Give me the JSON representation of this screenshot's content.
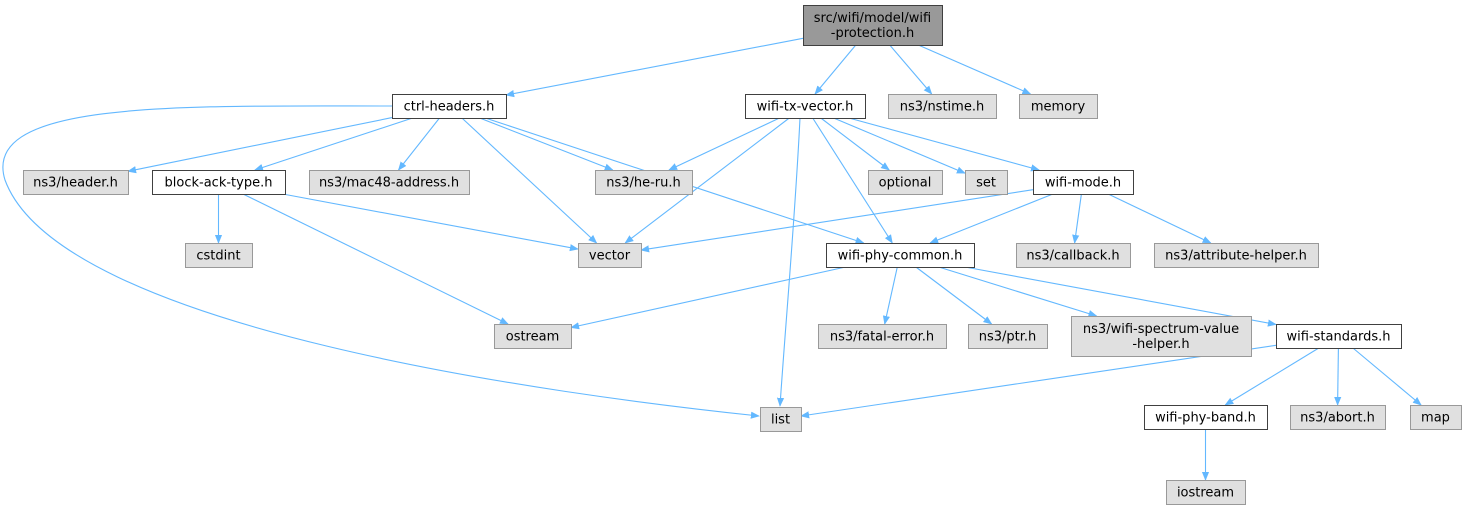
{
  "colors": {
    "root_fill": "#999999",
    "local_fill": "#ffffff",
    "system_fill": "#e0e0e0",
    "local_stroke": "#404040",
    "system_stroke": "#999999",
    "edge": "#63b8ff"
  },
  "nodes": {
    "root": {
      "lines": [
        "src/wifi/model/wifi",
        "-protection.h"
      ],
      "kind": "root"
    },
    "ctrl_headers": {
      "lines": [
        "ctrl-headers.h"
      ],
      "kind": "local"
    },
    "wifi_tx_vector": {
      "lines": [
        "wifi-tx-vector.h"
      ],
      "kind": "local"
    },
    "ns3_nstime": {
      "lines": [
        "ns3/nstime.h"
      ],
      "kind": "system"
    },
    "memory": {
      "lines": [
        "memory"
      ],
      "kind": "system"
    },
    "ns3_header": {
      "lines": [
        "ns3/header.h"
      ],
      "kind": "system"
    },
    "block_ack_type": {
      "lines": [
        "block-ack-type.h"
      ],
      "kind": "local"
    },
    "ns3_mac48": {
      "lines": [
        "ns3/mac48-address.h"
      ],
      "kind": "system"
    },
    "ns3_he_ru": {
      "lines": [
        "ns3/he-ru.h"
      ],
      "kind": "system"
    },
    "optional": {
      "lines": [
        "optional"
      ],
      "kind": "system"
    },
    "set": {
      "lines": [
        "set"
      ],
      "kind": "system"
    },
    "wifi_mode": {
      "lines": [
        "wifi-mode.h"
      ],
      "kind": "local"
    },
    "cstdint": {
      "lines": [
        "cstdint"
      ],
      "kind": "system"
    },
    "vector": {
      "lines": [
        "vector"
      ],
      "kind": "system"
    },
    "wifi_phy_common": {
      "lines": [
        "wifi-phy-common.h"
      ],
      "kind": "local"
    },
    "ns3_callback": {
      "lines": [
        "ns3/callback.h"
      ],
      "kind": "system"
    },
    "ns3_attr_helper": {
      "lines": [
        "ns3/attribute-helper.h"
      ],
      "kind": "system"
    },
    "ostream": {
      "lines": [
        "ostream"
      ],
      "kind": "system"
    },
    "ns3_fatal_error": {
      "lines": [
        "ns3/fatal-error.h"
      ],
      "kind": "system"
    },
    "ns3_ptr": {
      "lines": [
        "ns3/ptr.h"
      ],
      "kind": "system"
    },
    "ns3_spectrum": {
      "lines": [
        "ns3/wifi-spectrum-value",
        "-helper.h"
      ],
      "kind": "system"
    },
    "wifi_standards": {
      "lines": [
        "wifi-standards.h"
      ],
      "kind": "local"
    },
    "list": {
      "lines": [
        "list"
      ],
      "kind": "system"
    },
    "wifi_phy_band": {
      "lines": [
        "wifi-phy-band.h"
      ],
      "kind": "local"
    },
    "ns3_abort": {
      "lines": [
        "ns3/abort.h"
      ],
      "kind": "system"
    },
    "map": {
      "lines": [
        "map"
      ],
      "kind": "system"
    },
    "iostream": {
      "lines": [
        "iostream"
      ],
      "kind": "system"
    }
  },
  "edges": [
    [
      "root",
      "ctrl_headers"
    ],
    [
      "root",
      "wifi_tx_vector"
    ],
    [
      "root",
      "ns3_nstime"
    ],
    [
      "root",
      "memory"
    ],
    [
      "ctrl_headers",
      "ns3_header"
    ],
    [
      "ctrl_headers",
      "block_ack_type"
    ],
    [
      "ctrl_headers",
      "ns3_mac48"
    ],
    [
      "ctrl_headers",
      "ns3_he_ru"
    ],
    [
      "ctrl_headers",
      "vector"
    ],
    [
      "ctrl_headers",
      "wifi_phy_common"
    ],
    [
      "ctrl_headers",
      "list"
    ],
    [
      "wifi_tx_vector",
      "ns3_he_ru"
    ],
    [
      "wifi_tx_vector",
      "optional"
    ],
    [
      "wifi_tx_vector",
      "set"
    ],
    [
      "wifi_tx_vector",
      "wifi_mode"
    ],
    [
      "wifi_tx_vector",
      "vector"
    ],
    [
      "wifi_tx_vector",
      "wifi_phy_common"
    ],
    [
      "wifi_tx_vector",
      "list"
    ],
    [
      "block_ack_type",
      "cstdint"
    ],
    [
      "block_ack_type",
      "vector"
    ],
    [
      "block_ack_type",
      "ostream"
    ],
    [
      "wifi_mode",
      "vector"
    ],
    [
      "wifi_mode",
      "wifi_phy_common"
    ],
    [
      "wifi_mode",
      "ns3_callback"
    ],
    [
      "wifi_mode",
      "ns3_attr_helper"
    ],
    [
      "wifi_phy_common",
      "ostream"
    ],
    [
      "wifi_phy_common",
      "ns3_fatal_error"
    ],
    [
      "wifi_phy_common",
      "ns3_ptr"
    ],
    [
      "wifi_phy_common",
      "ns3_spectrum"
    ],
    [
      "wifi_phy_common",
      "wifi_standards"
    ],
    [
      "wifi_standards",
      "list"
    ],
    [
      "wifi_standards",
      "wifi_phy_band"
    ],
    [
      "wifi_standards",
      "ns3_abort"
    ],
    [
      "wifi_standards",
      "map"
    ],
    [
      "wifi_phy_band",
      "iostream"
    ]
  ]
}
